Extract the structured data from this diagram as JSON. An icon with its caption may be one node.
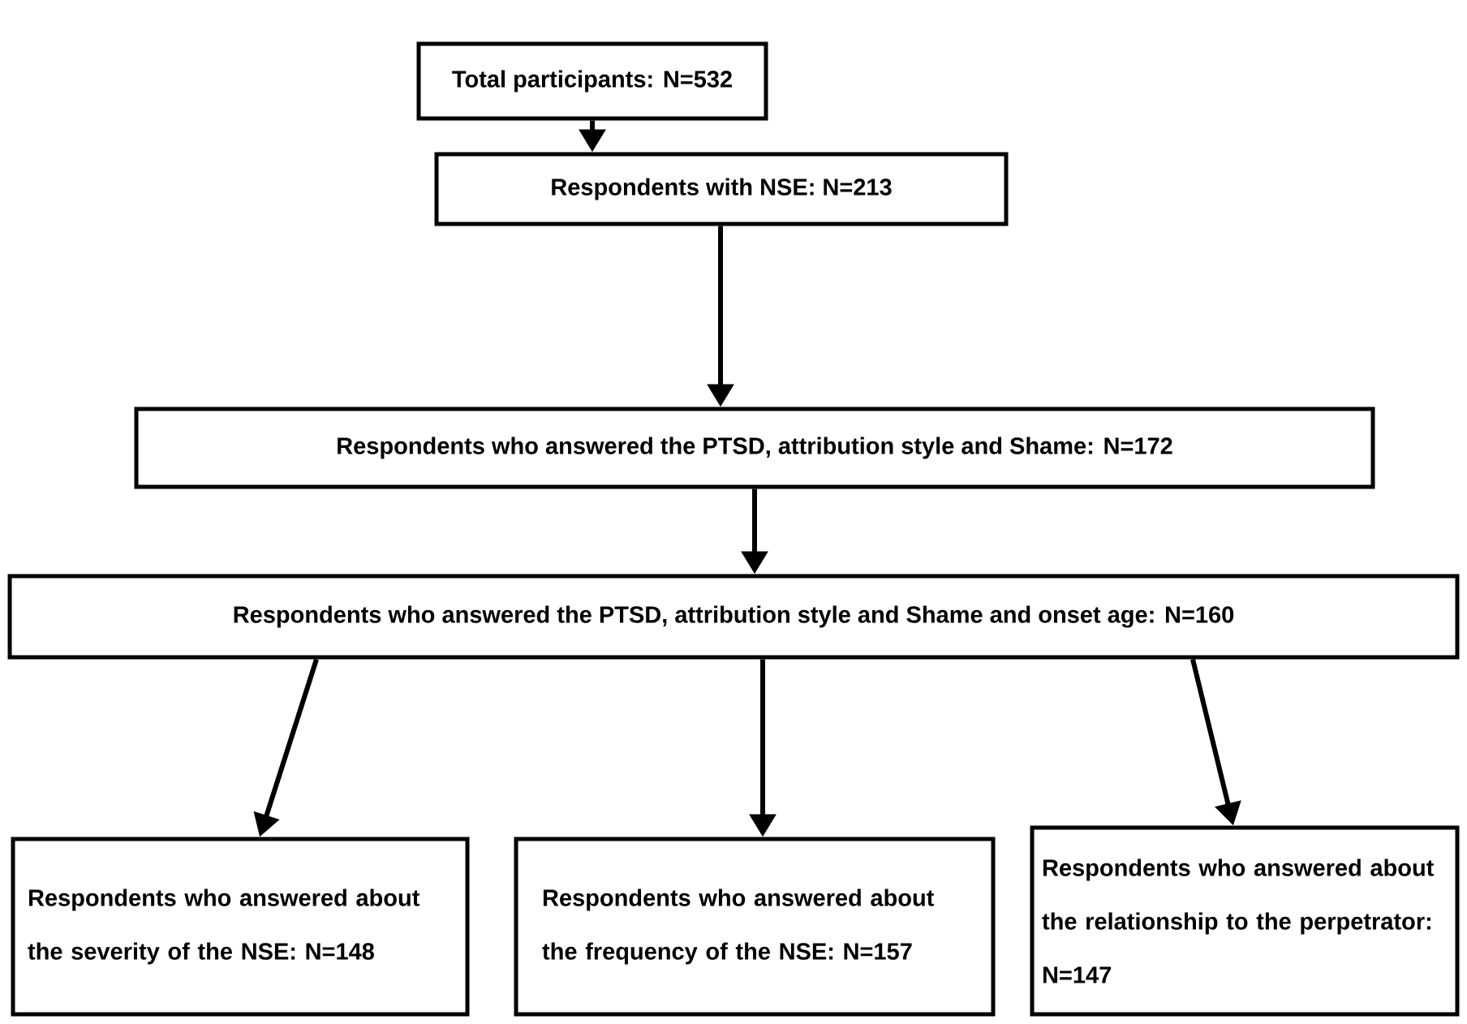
{
  "diagram": {
    "nodes": [
      {
        "text": [
          "Total participants: N=532"
        ]
      },
      {
        "text": [
          "Respondents with NSE: N=213"
        ]
      },
      {
        "text": [
          "Respondents who answered the PTSD, attribution style and Shame: N=172"
        ]
      },
      {
        "text": [
          "Respondents who answered the PTSD, attribution style and Shame and onset age: N=160"
        ]
      },
      {
        "text": [
          "Respondents who answered about the severity of the NSE: N=148"
        ]
      },
      {
        "text": [
          "Respondents who answered about the frequency of the NSE: N=157"
        ]
      },
      {
        "text": [
          "Respondents who answered about the relationship to the perpetrator: N=147"
        ]
      }
    ],
    "edges": [
      {
        "from": 0,
        "to": 1,
        "arrow": "to"
      },
      {
        "from": 1,
        "to": 2,
        "arrow": "to"
      },
      {
        "from": 2,
        "to": 3,
        "arrow": "to"
      },
      {
        "from": 3,
        "to": 4,
        "arrow": "to"
      },
      {
        "from": 3,
        "to": 5,
        "arrow": "to"
      },
      {
        "from": 3,
        "to": 6,
        "arrow": "to"
      }
    ]
  }
}
